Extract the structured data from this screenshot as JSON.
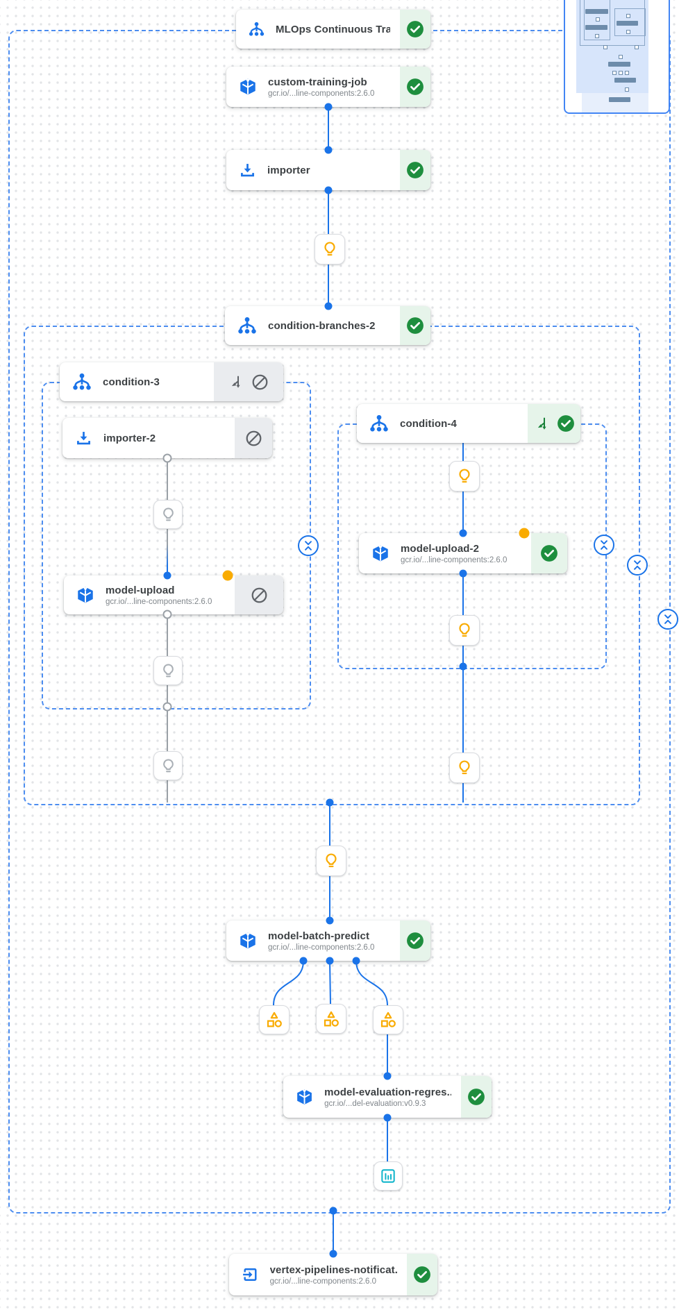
{
  "pipeline": {
    "root": {
      "title": "MLOps Continuous Traini...",
      "status": "succeeded"
    },
    "nodes": {
      "custom_training_job": {
        "title": "custom-training-job",
        "subtitle": "gcr.io/...line-components:2.6.0",
        "status": "succeeded"
      },
      "importer": {
        "title": "importer",
        "status": "succeeded"
      },
      "condition_branches_2": {
        "title": "condition-branches-2",
        "status": "succeeded"
      },
      "condition_3": {
        "title": "condition-3",
        "status": "skipped"
      },
      "importer_2": {
        "title": "importer-2",
        "status": "skipped"
      },
      "model_upload": {
        "title": "model-upload",
        "subtitle": "gcr.io/...line-components:2.6.0",
        "status": "skipped"
      },
      "condition_4": {
        "title": "condition-4",
        "status": "succeeded"
      },
      "model_upload_2": {
        "title": "model-upload-2",
        "subtitle": "gcr.io/...line-components:2.6.0",
        "status": "succeeded"
      },
      "model_batch_predict": {
        "title": "model-batch-predict",
        "subtitle": "gcr.io/...line-components:2.6.0",
        "status": "succeeded"
      },
      "model_evaluation_regression": {
        "title": "model-evaluation-regres...",
        "subtitle": "gcr.io/...del-evaluation:v0.9.3",
        "status": "succeeded"
      },
      "vertex_pipelines_notification": {
        "title": "vertex-pipelines-notificat...",
        "subtitle": "gcr.io/...line-components:2.6.0",
        "status": "succeeded"
      }
    },
    "icons": {
      "pipeline_dag": "dot-with-three-branches",
      "component": "blue-cube",
      "importer": "download-into-tray",
      "exit_handler": "exit-to-app-arrow",
      "condition_marker": "lightbulb",
      "artifact": "triangle-square-circle",
      "metrics_artifact": "bar-chart-in-square",
      "status_succeeded": "green-check-circle",
      "status_skipped": "blocked-circle",
      "sub_dag": "forked-down-arrows",
      "collapse": "converging-chevrons"
    },
    "colors": {
      "edge_blue": "#1a73e8",
      "edge_gray": "#9aa0a6",
      "group_dash_blue": "#4c8df0",
      "success_green": "#1e8e3e",
      "success_section_bg": "#e6f4ea",
      "skipped_section_bg": "#eaecef",
      "pending_yellow": "#f9ab00",
      "metrics_teal": "#12b5cb"
    }
  }
}
